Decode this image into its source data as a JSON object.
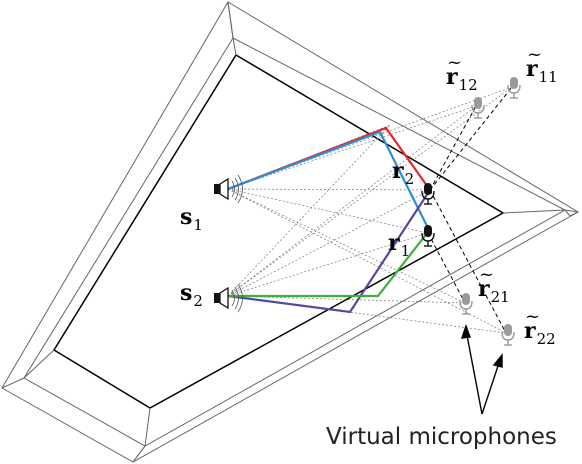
{
  "labels": {
    "s1": {
      "main": "s",
      "sub": "1"
    },
    "s2": {
      "main": "s",
      "sub": "2"
    },
    "r1": {
      "main": "r",
      "sub": "1"
    },
    "r2": {
      "main": "r",
      "sub": "2"
    },
    "r11": {
      "main": "r",
      "sub": "11"
    },
    "r12": {
      "main": "r",
      "sub": "12"
    },
    "r21": {
      "main": "r",
      "sub": "21"
    },
    "r22": {
      "main": "r",
      "sub": "22"
    }
  },
  "caption": "Virtual microphones",
  "colors": {
    "red": "#e8272a",
    "blue": "#2a8fd6",
    "green": "#3fae3a",
    "purple": "#4f4a9e",
    "virtual_mic": "#9a9a9a",
    "real_mic": "#111111"
  },
  "icons": {
    "source": "loudspeaker-icon",
    "microphone": "microphone-icon"
  }
}
